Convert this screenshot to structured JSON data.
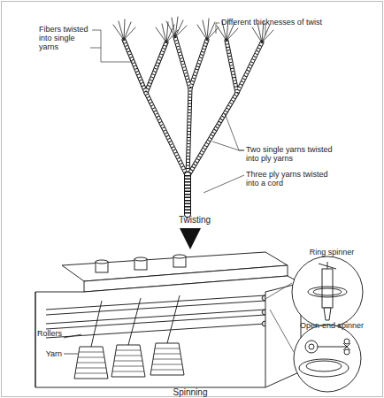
{
  "diagram": {
    "labels": [
      "Fibers twisted into single yarns",
      "Different thicknesses of twist",
      "Two single yarns twisted into ply yarns",
      "Three ply yarns twisted into a cord",
      "Twisting",
      "Ring spinner",
      "Open-end spinner",
      "Rollers",
      "Yarn",
      "Spinning"
    ]
  }
}
